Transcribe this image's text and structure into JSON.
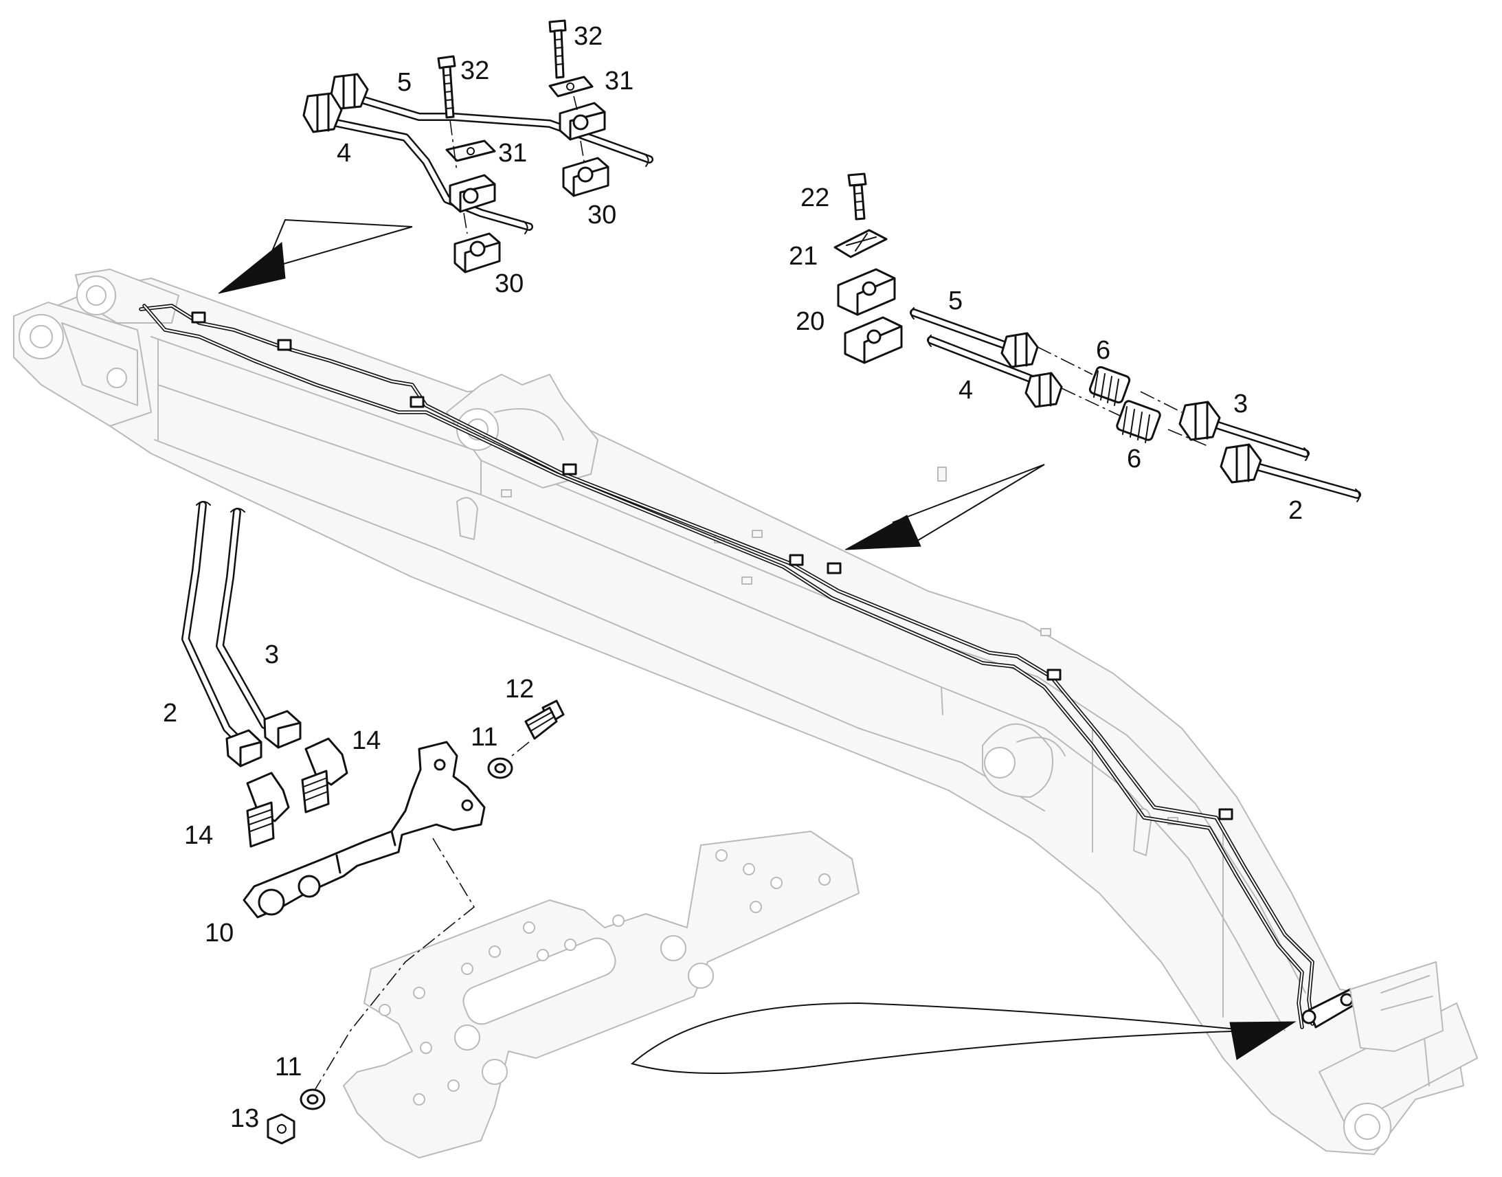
{
  "callouts": [
    {
      "id": "c32a",
      "text": "32"
    },
    {
      "id": "c32b",
      "text": "32"
    },
    {
      "id": "c31a",
      "text": "31"
    },
    {
      "id": "c31b",
      "text": "31"
    },
    {
      "id": "c30a",
      "text": "30"
    },
    {
      "id": "c30b",
      "text": "30"
    },
    {
      "id": "c5a",
      "text": "5"
    },
    {
      "id": "c4a",
      "text": "4"
    },
    {
      "id": "c22",
      "text": "22"
    },
    {
      "id": "c21",
      "text": "21"
    },
    {
      "id": "c20",
      "text": "20"
    },
    {
      "id": "c5b",
      "text": "5"
    },
    {
      "id": "c4b",
      "text": "4"
    },
    {
      "id": "c6a",
      "text": "6"
    },
    {
      "id": "c6b",
      "text": "6"
    },
    {
      "id": "c3a",
      "text": "3"
    },
    {
      "id": "c2a",
      "text": "2"
    },
    {
      "id": "c3b",
      "text": "3"
    },
    {
      "id": "c2b",
      "text": "2"
    },
    {
      "id": "c12",
      "text": "12"
    },
    {
      "id": "c11a",
      "text": "11"
    },
    {
      "id": "c14a",
      "text": "14"
    },
    {
      "id": "c14b",
      "text": "14"
    },
    {
      "id": "c10",
      "text": "10"
    },
    {
      "id": "c11b",
      "text": "11"
    },
    {
      "id": "c13",
      "text": "13"
    }
  ]
}
